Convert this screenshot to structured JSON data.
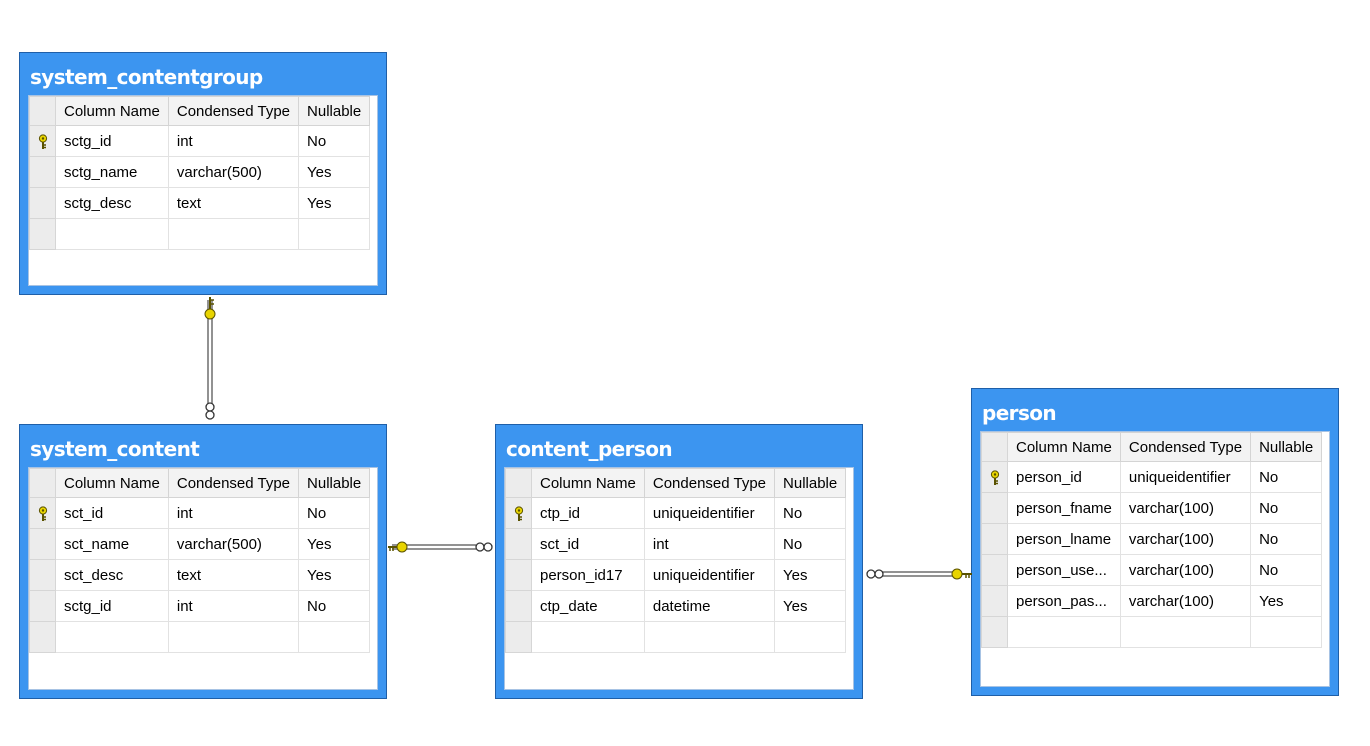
{
  "headers": {
    "column_name": "Column Name",
    "condensed_type": "Condensed Type",
    "nullable": "Nullable"
  },
  "tables": {
    "system_contentgroup": {
      "name": "system_contentgroup",
      "rows": [
        {
          "key": true,
          "column": "sctg_id",
          "type": "int",
          "nullable": "No"
        },
        {
          "key": false,
          "column": "sctg_name",
          "type": "varchar(500)",
          "nullable": "Yes"
        },
        {
          "key": false,
          "column": "sctg_desc",
          "type": "text",
          "nullable": "Yes"
        }
      ]
    },
    "system_content": {
      "name": "system_content",
      "rows": [
        {
          "key": true,
          "column": "sct_id",
          "type": "int",
          "nullable": "No"
        },
        {
          "key": false,
          "column": "sct_name",
          "type": "varchar(500)",
          "nullable": "Yes"
        },
        {
          "key": false,
          "column": "sct_desc",
          "type": "text",
          "nullable": "Yes"
        },
        {
          "key": false,
          "column": "sctg_id",
          "type": "int",
          "nullable": "No"
        }
      ]
    },
    "content_person": {
      "name": "content_person",
      "rows": [
        {
          "key": true,
          "column": "ctp_id",
          "type": "uniqueidentifier",
          "nullable": "No"
        },
        {
          "key": false,
          "column": "sct_id",
          "type": "int",
          "nullable": "No"
        },
        {
          "key": false,
          "column": "person_id17",
          "type": "uniqueidentifier",
          "nullable": "Yes"
        },
        {
          "key": false,
          "column": "ctp_date",
          "type": "datetime",
          "nullable": "Yes"
        }
      ]
    },
    "person": {
      "name": "person",
      "rows": [
        {
          "key": true,
          "column": "person_id",
          "type": "uniqueidentifier",
          "nullable": "No"
        },
        {
          "key": false,
          "column": "person_fname",
          "type": "varchar(100)",
          "nullable": "No"
        },
        {
          "key": false,
          "column": "person_lname",
          "type": "varchar(100)",
          "nullable": "No"
        },
        {
          "key": false,
          "column": "person_use...",
          "type": "varchar(100)",
          "nullable": "No"
        },
        {
          "key": false,
          "column": "person_pas...",
          "type": "varchar(100)",
          "nullable": "Yes"
        }
      ]
    }
  },
  "colors": {
    "table_header": "#3c95f0",
    "key_icon": "#e8d400",
    "connector": "#6e6e6e"
  }
}
